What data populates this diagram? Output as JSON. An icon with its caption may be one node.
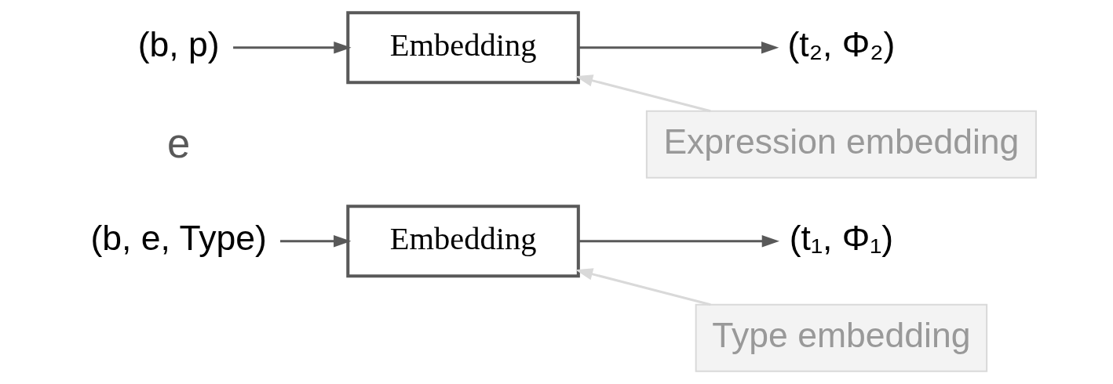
{
  "diagram": {
    "nodes": [
      {
        "text": [
          "(b, e, Type)"
        ]
      },
      {
        "text": [
          "Embedding"
        ]
      },
      {
        "text": [
          "(t₁, Φ₁)"
        ]
      },
      {
        "text": [
          "Type embedding"
        ]
      },
      {
        "text": [
          "(b, p)"
        ]
      },
      {
        "text": [
          "Embedding"
        ]
      },
      {
        "text": [
          "(t₂, Φ₂)"
        ]
      },
      {
        "text": [
          "Expression embedding"
        ]
      }
    ],
    "edges": [
      {
        "from": 0,
        "to": 1,
        "arrow": "to"
      },
      {
        "from": 1,
        "to": 2,
        "arrow": "to"
      },
      {
        "from": 3,
        "to": 1,
        "arrow": "to",
        "color": "#d9d9d9"
      },
      {
        "from": 4,
        "to": 5,
        "arrow": "to"
      },
      {
        "from": 5,
        "to": 6,
        "arrow": "to"
      },
      {
        "from": 7,
        "to": 5,
        "arrow": "to",
        "color": "#d9d9d9"
      }
    ],
    "labels": [
      "e"
    ]
  }
}
